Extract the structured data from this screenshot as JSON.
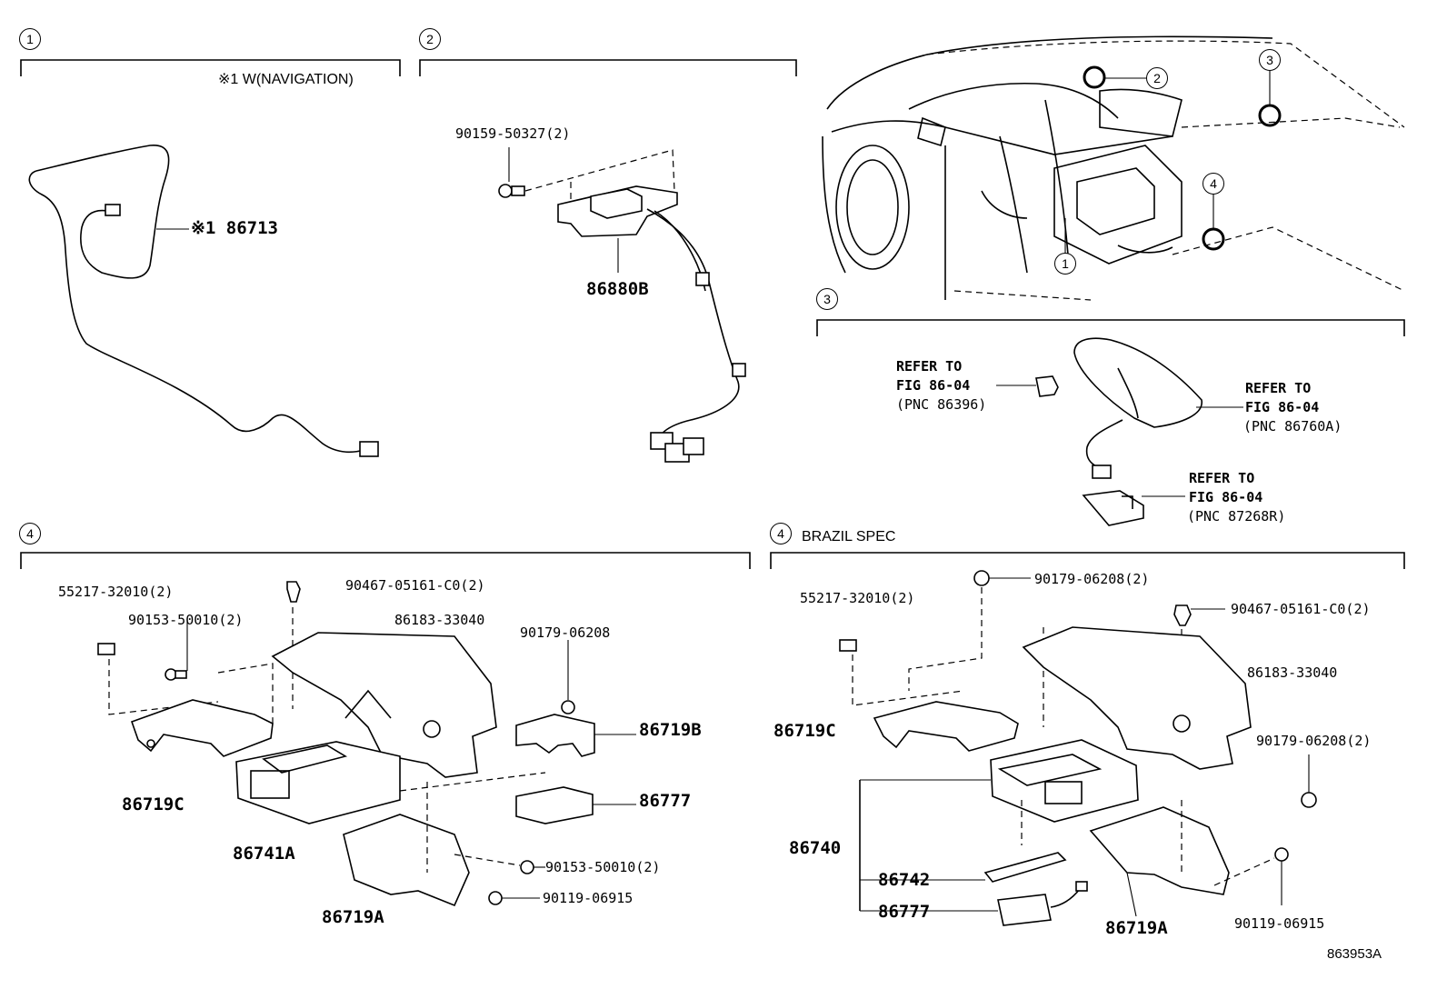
{
  "sections": {
    "s1": {
      "num": "1",
      "note": "※1  W(NAVIGATION)"
    },
    "s2": {
      "num": "2"
    },
    "s3": {
      "num": "3"
    },
    "s4": {
      "num": "4"
    },
    "s4b": {
      "num": "4",
      "title": "BRAZIL SPEC"
    }
  },
  "overview": {
    "c1": "1",
    "c2": "2",
    "c3": "3",
    "c4": "4"
  },
  "s1_parts": {
    "p86713": "※1 86713"
  },
  "s2_parts": {
    "bolt": "90159-50327(2)",
    "p86880B": "86880B"
  },
  "s3_refs": {
    "r1": [
      "REFER TO",
      "FIG 86-04",
      "(PNC 86396)"
    ],
    "r2": [
      "REFER TO",
      "FIG 86-04",
      "(PNC 86760A)"
    ],
    "r3": [
      "REFER TO",
      "FIG 86-04",
      "(PNC 87268R)"
    ]
  },
  "s4_parts": {
    "a": "55217-32010(2)",
    "b": "90467-05161-C0(2)",
    "c": "90153-50010(2)",
    "d": "86183-33040",
    "e": "90179-06208",
    "f": "86719B",
    "g": "86719C",
    "h": "86777",
    "i": "86741A",
    "j": "90153-50010(2)",
    "k": "90119-06915",
    "l": "86719A"
  },
  "s4b_parts": {
    "a": "55217-32010(2)",
    "b": "90179-06208(2)",
    "c": "90467-05161-C0(2)",
    "d": "86183-33040",
    "e": "86719C",
    "f": "90179-06208(2)",
    "g": "86740",
    "h": "86742",
    "i": "86777",
    "j": "86719A",
    "k": "90119-06915"
  },
  "figure_id": "863953A"
}
